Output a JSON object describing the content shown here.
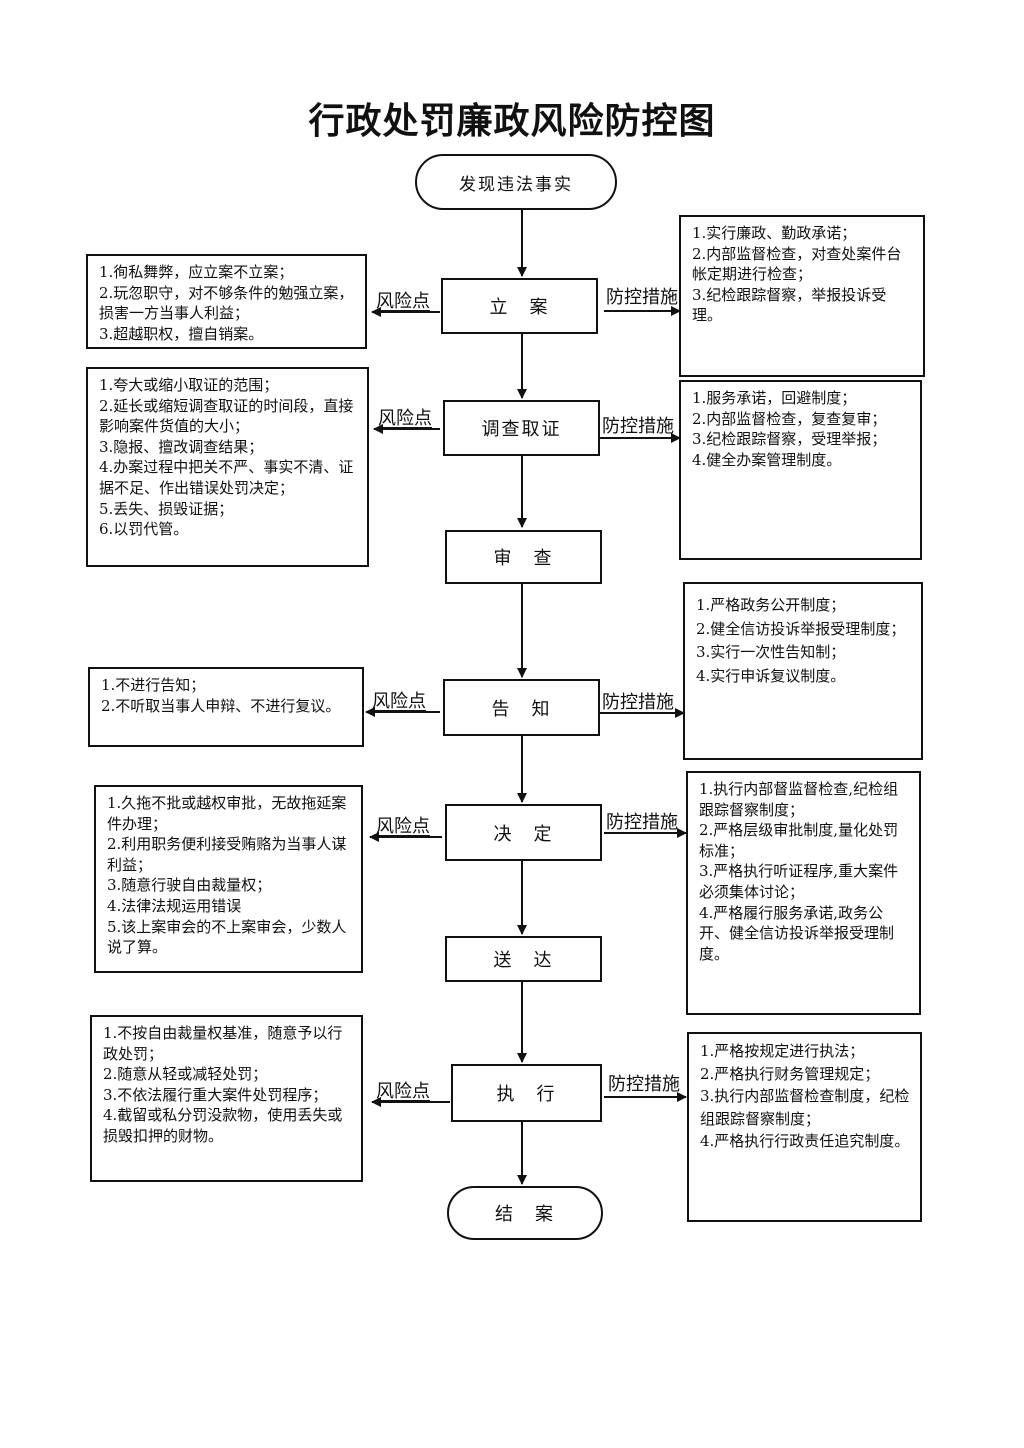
{
  "title": "行政处罚廉政风险防控图",
  "labels": {
    "risk": "风险点",
    "control": "防控措施"
  },
  "steps": {
    "start": "发现违法事实",
    "filing": "立　案",
    "investigation": "调查取证",
    "review": "审　查",
    "notice": "告　知",
    "decision": "决　定",
    "delivery": "送　达",
    "execution": "执　行",
    "closing": "结　案"
  },
  "risks": {
    "filing": [
      "1.徇私舞弊，应立案不立案；",
      "2.玩忽职守，对不够条件的勉强立案，损害一方当事人利益；",
      "3.超越职权，擅自销案。"
    ],
    "investigation": [
      "1.夸大或缩小取证的范围；",
      "2.延长或缩短调查取证的时间段，直接影响案件货值的大小；",
      "3.隐报、擅改调查结果；",
      "4.办案过程中把关不严、事实不清、证据不足、作出错误处罚决定；",
      "5.丢失、损毁证据；",
      "6.以罚代管。"
    ],
    "notice": [
      "1.不进行告知；",
      "2.不听取当事人申辩、不进行复议。"
    ],
    "decision": [
      "1.久拖不批或越权审批，无故拖延案件办理；",
      "2.利用职务便利接受贿赂为当事人谋利益；",
      "3.随意行驶自由裁量权；",
      "4.法律法规运用错误",
      "5.该上案审会的不上案审会，少数人说了算。"
    ],
    "execution": [
      "1.不按自由裁量权基准，随意予以行政处罚；",
      "2.随意从轻或减轻处罚；",
      "3.不依法履行重大案件处罚程序；",
      "4.截留或私分罚没款物，使用丢失或损毁扣押的财物。"
    ]
  },
  "controls": {
    "filing": [
      "1.实行廉政、勤政承诺；",
      "2.内部监督检查，对查处案件台帐定期进行检查；",
      "3.纪检跟踪督察，举报投诉受理。"
    ],
    "investigation": [
      "1.服务承诺，回避制度；",
      "2.内部监督检查，复查复审；",
      "3.纪检跟踪督察，受理举报；",
      "4.健全办案管理制度。"
    ],
    "notice": [
      "1.严格政务公开制度；",
      "2.健全信访投诉举报受理制度；",
      "3.实行一次性告知制；",
      "4.实行申诉复议制度。"
    ],
    "decision": [
      "1.执行内部督监督检查,纪检组跟踪督察制度；",
      "2.严格层级审批制度,量化处罚标准；",
      "3.严格执行听证程序,重大案件必须集体讨论；",
      "4.严格履行服务承诺,政务公开、健全信访投诉举报受理制度。"
    ],
    "execution": [
      "1.严格按规定进行执法；",
      "2.严格执行财务管理规定；",
      "3.执行内部监督检查制度，纪检组跟踪督察制度；",
      "4.严格执行行政责任追究制度。"
    ]
  }
}
